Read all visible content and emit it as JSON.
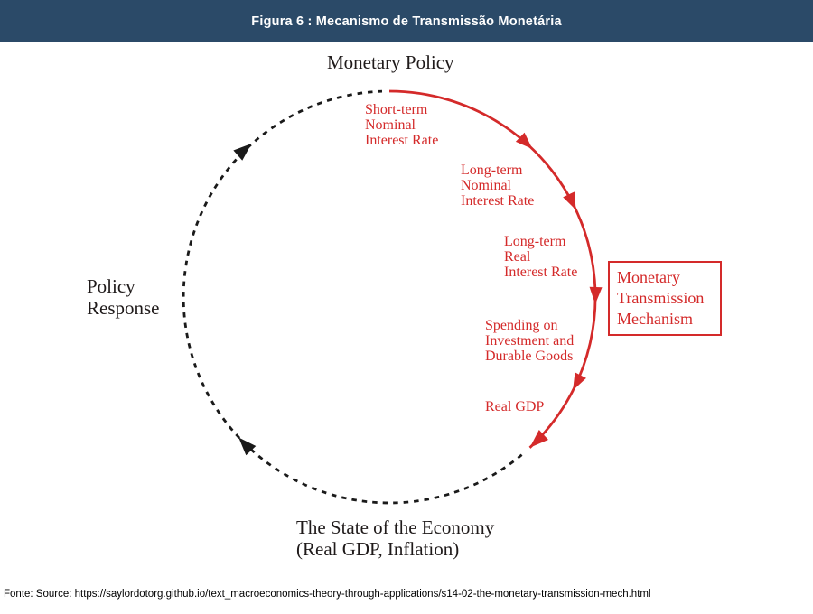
{
  "header": {
    "title": "Figura 6 : Mecanismo de Transmissão Monetária"
  },
  "diagram": {
    "nodes": {
      "monetary_policy": "Monetary Policy",
      "policy_response": "Policy\nResponse",
      "state_of_economy": "The State of the Economy\n(Real GDP, Inflation)"
    },
    "box_label": "Monetary\nTransmission\nMechanism",
    "steps": {
      "short_term": "Short-term\nNominal\nInterest Rate",
      "long_term_nominal": "Long-term\nNominal\nInterest Rate",
      "long_term_real": "Long-term\nReal\nInterest Rate",
      "spending": "Spending on\nInvestment and\nDurable Goods",
      "real_gdp": "Real GDP"
    },
    "colors": {
      "accent_red": "#d42a2a",
      "arc_black": "#1a1a1a",
      "header_bg": "#2b4a68",
      "header_text": "#ffffff"
    }
  },
  "footer": {
    "source": "Fonte: Source: https://saylordotorg.github.io/text_macroeconomics-theory-through-applications/s14-02-the-monetary-transmission-mech.html"
  }
}
